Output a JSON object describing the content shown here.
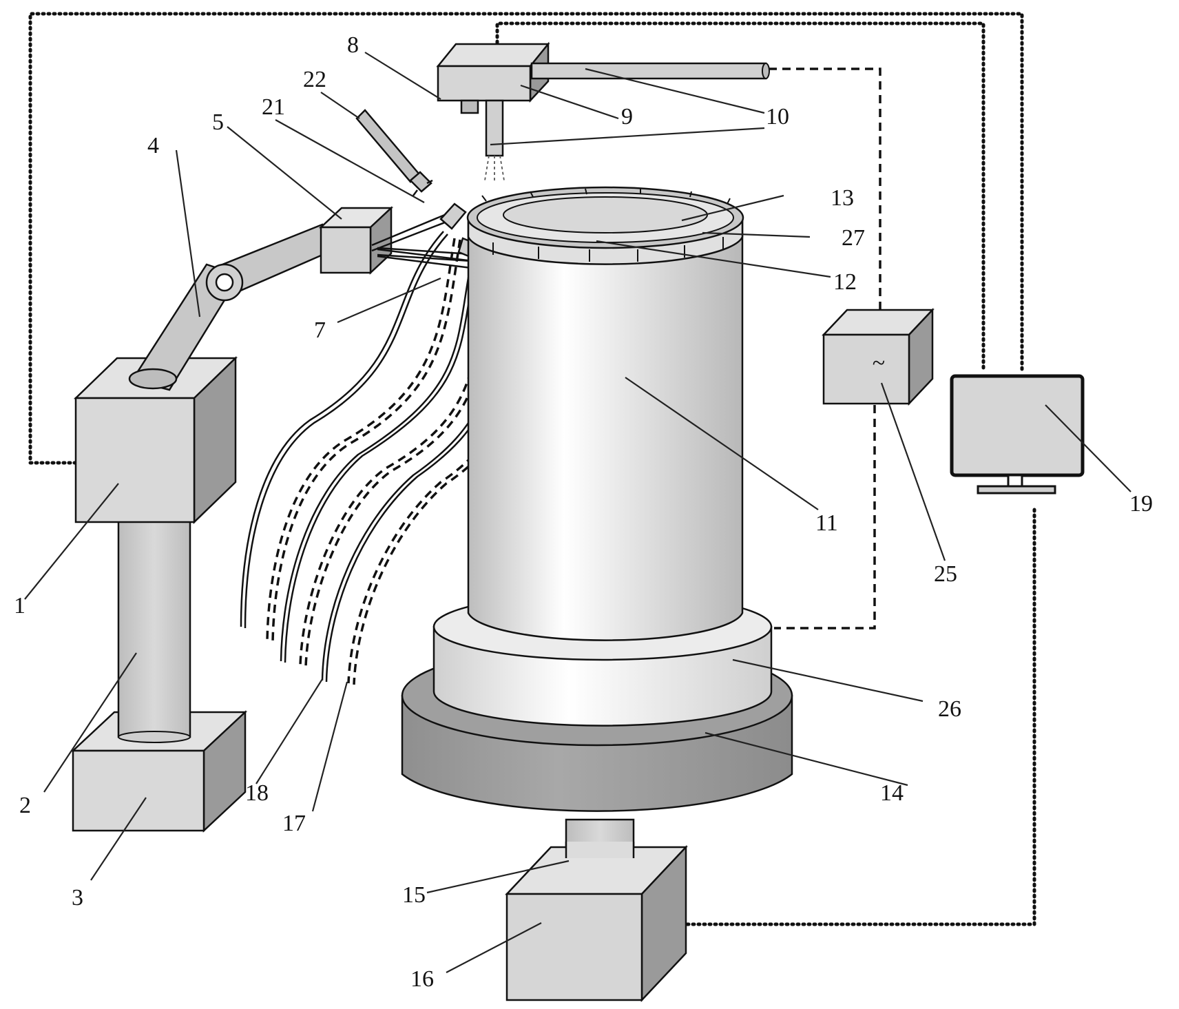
{
  "labels": {
    "l1": "1",
    "l2": "2",
    "l3": "3",
    "l4": "4",
    "l5": "5",
    "l7": "7",
    "l8": "8",
    "l9": "9",
    "l10": "10",
    "l11": "11",
    "l12": "12",
    "l13": "13",
    "l14": "14",
    "l15": "15",
    "l16": "16",
    "l17": "17",
    "l18": "18",
    "l19": "19",
    "l21": "21",
    "l22": "22",
    "l25": "25",
    "l26": "26",
    "l27": "27"
  },
  "ac_symbol": "~",
  "colors": {
    "light_gray": "#d9d9d9",
    "mid_gray": "#bdbdbd",
    "dark_gray": "#9a9a9a",
    "base_dark": "#8c8c8c",
    "line": "#111111"
  }
}
